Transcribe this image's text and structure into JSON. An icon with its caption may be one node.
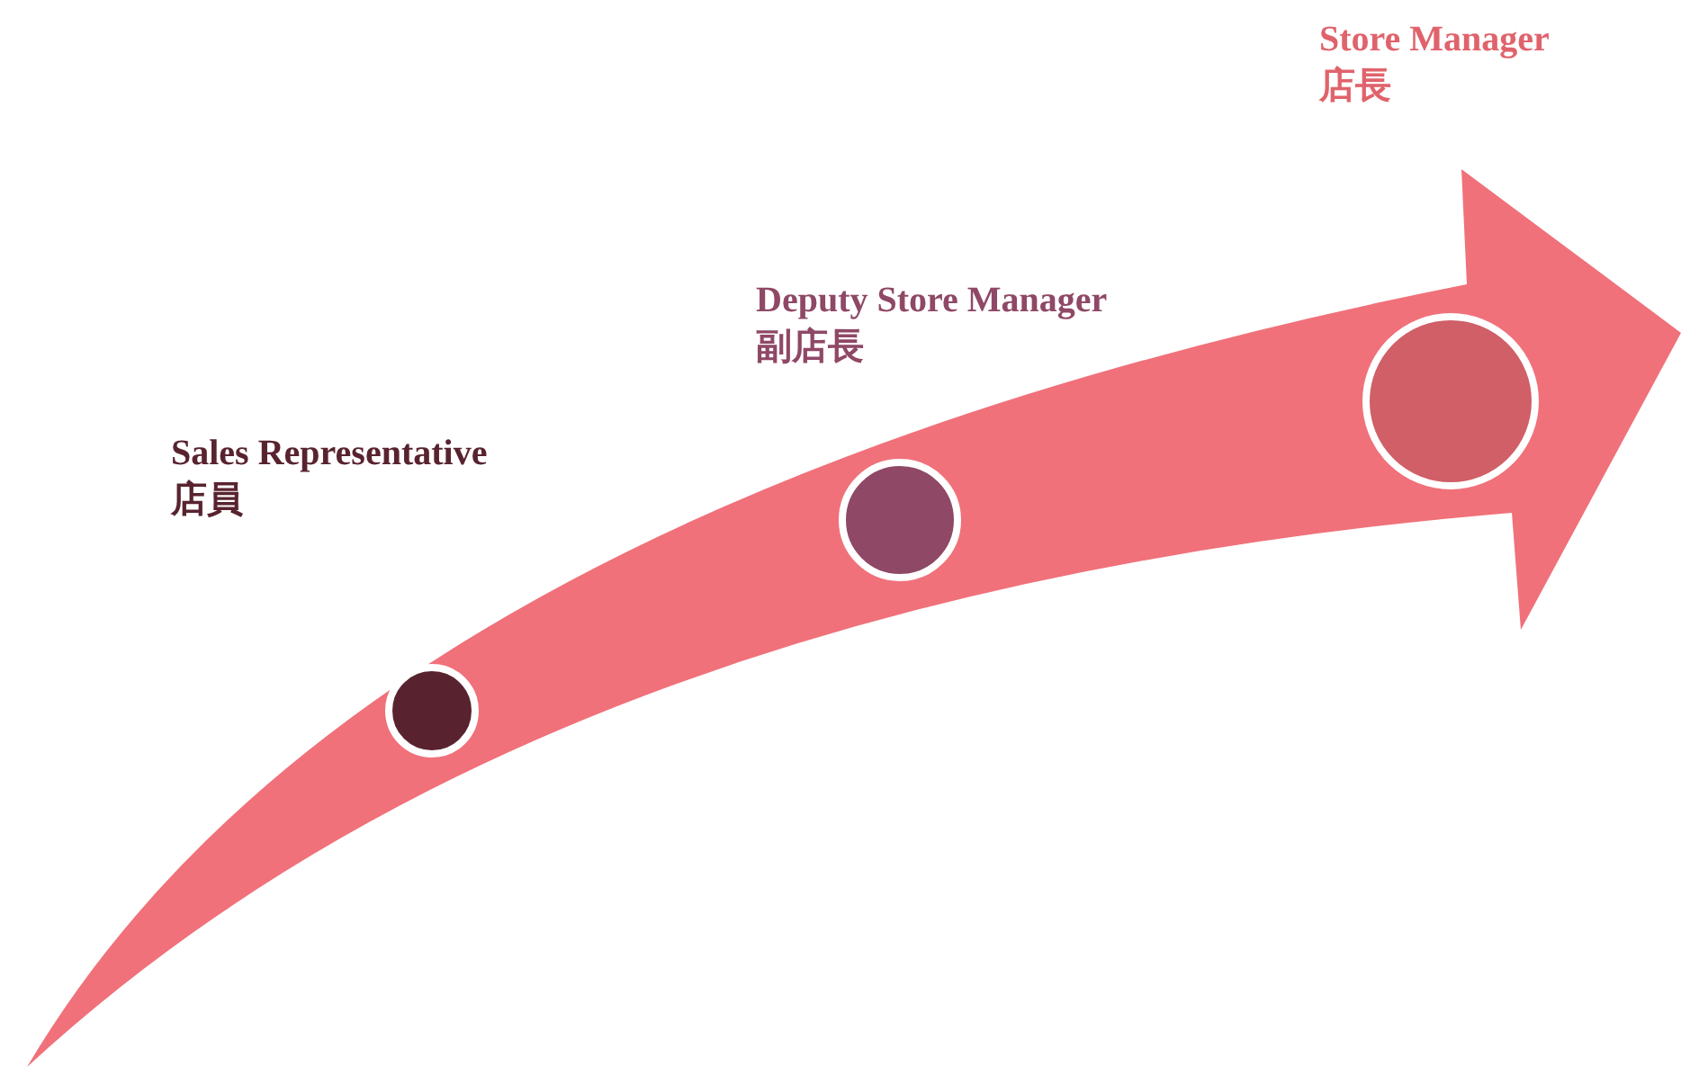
{
  "diagram": {
    "nodes": [
      {
        "text": [],
        "shape": "circle",
        "beside": [
          "Sales Representative",
          "店員"
        ]
      },
      {
        "text": [],
        "shape": "circle",
        "beside": [
          "Deputy Store Manager",
          "副店長"
        ]
      },
      {
        "text": [],
        "shape": "circle",
        "beside": [
          "Store Manager",
          "店長"
        ]
      }
    ]
  }
}
